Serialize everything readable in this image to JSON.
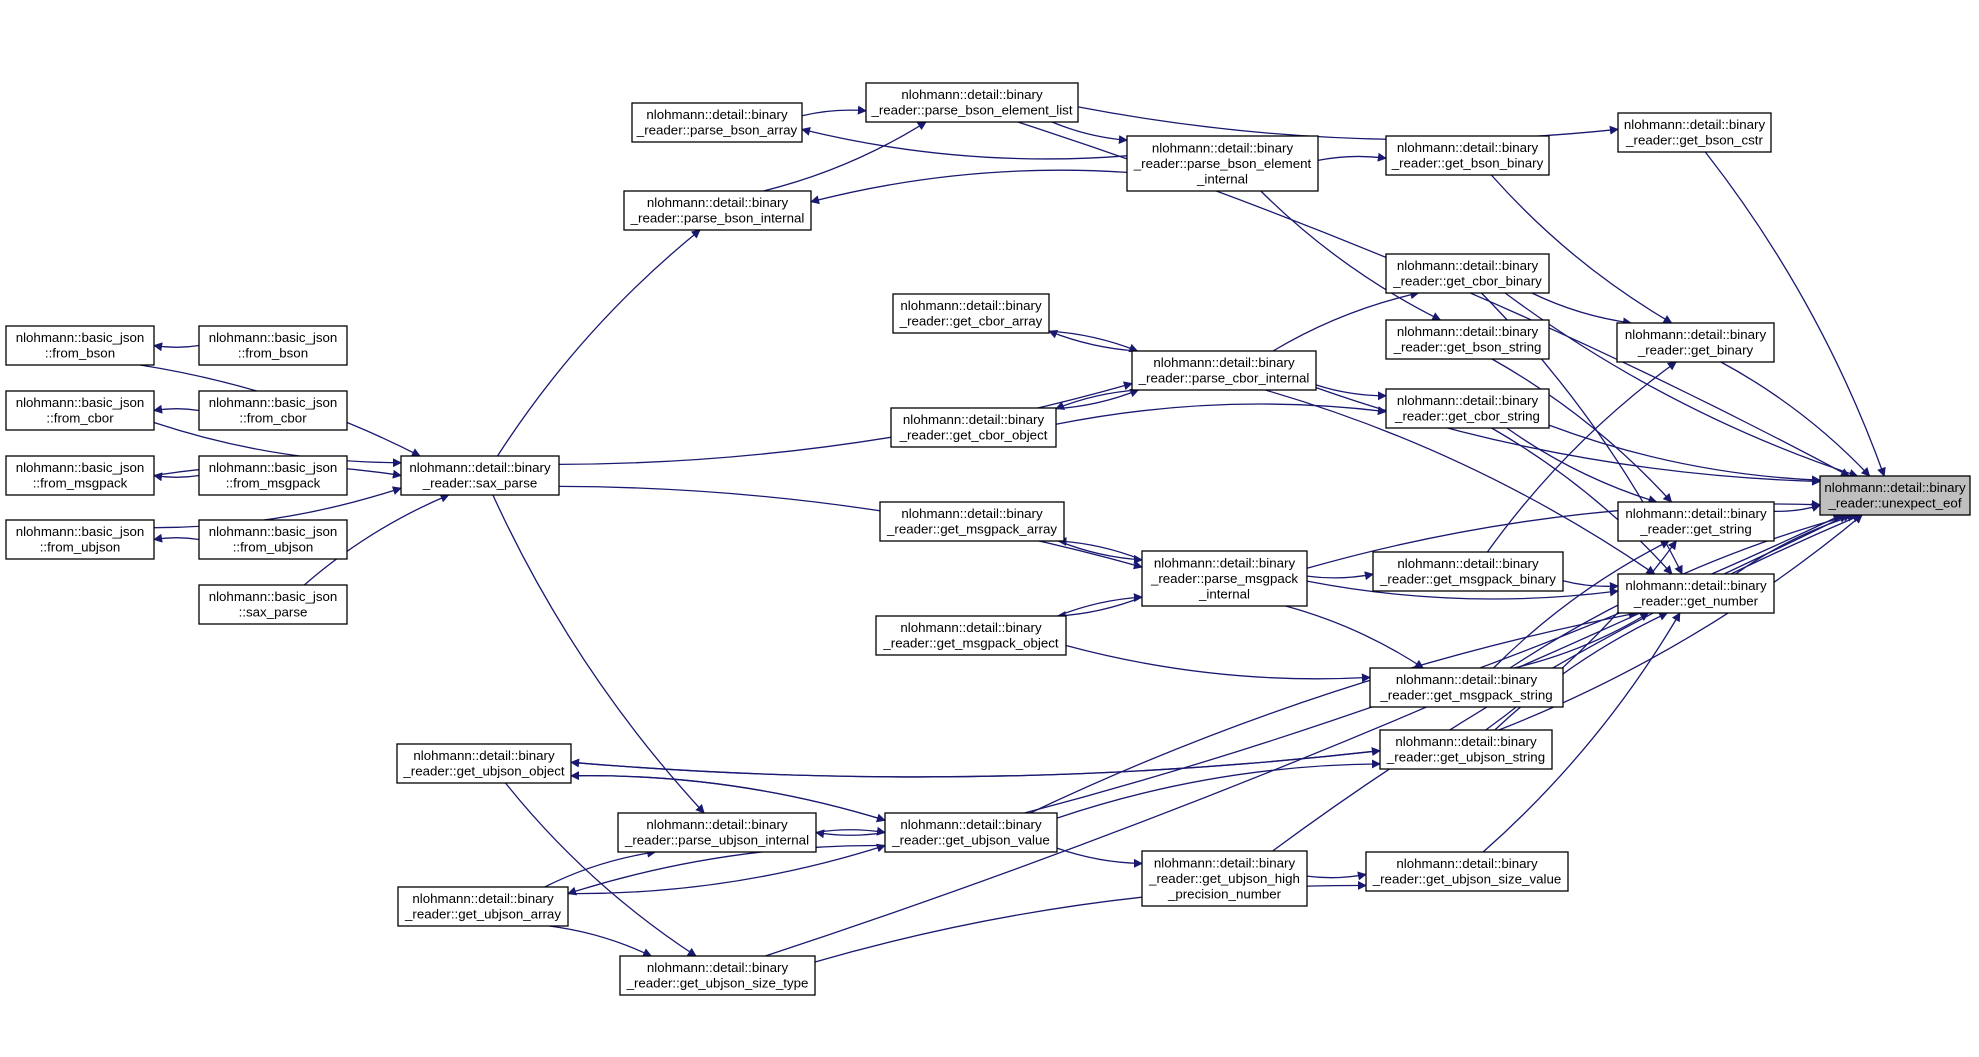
{
  "colors": {
    "edge": "#191970",
    "node_border": "#000000",
    "highlight_fill": "#bfbfbf"
  },
  "nodes": [
    {
      "id": "unexpect_eof",
      "lines": [
        "nlohmann::detail::binary",
        "_reader::unexpect_eof"
      ],
      "highlight": true
    },
    {
      "id": "get_bson_cstr",
      "lines": [
        "nlohmann::detail::binary",
        "_reader::get_bson_cstr"
      ]
    },
    {
      "id": "parse_bson_element_list",
      "lines": [
        "nlohmann::detail::binary",
        "_reader::parse_bson_element_list"
      ]
    },
    {
      "id": "parse_bson_array",
      "lines": [
        "nlohmann::detail::binary",
        "_reader::parse_bson_array"
      ]
    },
    {
      "id": "parse_bson_element_internal",
      "lines": [
        "nlohmann::detail::binary",
        "_reader::parse_bson_element",
        "_internal"
      ]
    },
    {
      "id": "get_bson_binary",
      "lines": [
        "nlohmann::detail::binary",
        "_reader::get_bson_binary"
      ]
    },
    {
      "id": "parse_bson_internal",
      "lines": [
        "nlohmann::detail::binary",
        "_reader::parse_bson_internal"
      ]
    },
    {
      "id": "get_cbor_binary",
      "lines": [
        "nlohmann::detail::binary",
        "_reader::get_cbor_binary"
      ]
    },
    {
      "id": "get_bson_string",
      "lines": [
        "nlohmann::detail::binary",
        "_reader::get_bson_string"
      ]
    },
    {
      "id": "get_binary",
      "lines": [
        "nlohmann::detail::binary",
        "_reader::get_binary"
      ]
    },
    {
      "id": "get_cbor_array",
      "lines": [
        "nlohmann::detail::binary",
        "_reader::get_cbor_array"
      ]
    },
    {
      "id": "parse_cbor_internal",
      "lines": [
        "nlohmann::detail::binary",
        "_reader::parse_cbor_internal"
      ]
    },
    {
      "id": "get_cbor_object",
      "lines": [
        "nlohmann::detail::binary",
        "_reader::get_cbor_object"
      ]
    },
    {
      "id": "get_cbor_string",
      "lines": [
        "nlohmann::detail::binary",
        "_reader::get_cbor_string"
      ]
    },
    {
      "id": "bj_from_bson",
      "lines": [
        "nlohmann::basic_json",
        "::from_bson"
      ]
    },
    {
      "id": "bj_from_bson_caller",
      "lines": [
        "nlohmann::basic_json",
        "::from_bson"
      ]
    },
    {
      "id": "bj_from_cbor",
      "lines": [
        "nlohmann::basic_json",
        "::from_cbor"
      ]
    },
    {
      "id": "bj_from_cbor_caller",
      "lines": [
        "nlohmann::basic_json",
        "::from_cbor"
      ]
    },
    {
      "id": "bj_from_msgpack",
      "lines": [
        "nlohmann::basic_json",
        "::from_msgpack"
      ]
    },
    {
      "id": "bj_from_msgpack_caller",
      "lines": [
        "nlohmann::basic_json",
        "::from_msgpack"
      ]
    },
    {
      "id": "bj_from_ubjson",
      "lines": [
        "nlohmann::basic_json",
        "::from_ubjson"
      ]
    },
    {
      "id": "bj_from_ubjson_caller",
      "lines": [
        "nlohmann::basic_json",
        "::from_ubjson"
      ]
    },
    {
      "id": "bj_sax_parse",
      "lines": [
        "nlohmann::basic_json",
        "::sax_parse"
      ]
    },
    {
      "id": "sax_parse",
      "lines": [
        "nlohmann::detail::binary",
        "_reader::sax_parse"
      ]
    },
    {
      "id": "get_msgpack_array",
      "lines": [
        "nlohmann::detail::binary",
        "_reader::get_msgpack_array"
      ]
    },
    {
      "id": "parse_msgpack_internal",
      "lines": [
        "nlohmann::detail::binary",
        "_reader::parse_msgpack",
        "_internal"
      ]
    },
    {
      "id": "get_msgpack_binary",
      "lines": [
        "nlohmann::detail::binary",
        "_reader::get_msgpack_binary"
      ]
    },
    {
      "id": "get_string",
      "lines": [
        "nlohmann::detail::binary",
        "_reader::get_string"
      ]
    },
    {
      "id": "get_number",
      "lines": [
        "nlohmann::detail::binary",
        "_reader::get_number"
      ]
    },
    {
      "id": "get_msgpack_object",
      "lines": [
        "nlohmann::detail::binary",
        "_reader::get_msgpack_object"
      ]
    },
    {
      "id": "get_msgpack_string",
      "lines": [
        "nlohmann::detail::binary",
        "_reader::get_msgpack_string"
      ]
    },
    {
      "id": "get_ubjson_object",
      "lines": [
        "nlohmann::detail::binary",
        "_reader::get_ubjson_object"
      ]
    },
    {
      "id": "get_ubjson_string",
      "lines": [
        "nlohmann::detail::binary",
        "_reader::get_ubjson_string"
      ]
    },
    {
      "id": "parse_ubjson_internal",
      "lines": [
        "nlohmann::detail::binary",
        "_reader::parse_ubjson_internal"
      ]
    },
    {
      "id": "get_ubjson_value",
      "lines": [
        "nlohmann::detail::binary",
        "_reader::get_ubjson_value"
      ]
    },
    {
      "id": "get_ubjson_high_precision_number",
      "lines": [
        "nlohmann::detail::binary",
        "_reader::get_ubjson_high",
        "_precision_number"
      ]
    },
    {
      "id": "get_ubjson_size_value",
      "lines": [
        "nlohmann::detail::binary",
        "_reader::get_ubjson_size_value"
      ]
    },
    {
      "id": "get_ubjson_array",
      "lines": [
        "nlohmann::detail::binary",
        "_reader::get_ubjson_array"
      ]
    },
    {
      "id": "get_ubjson_size_type",
      "lines": [
        "nlohmann::detail::binary",
        "_reader::get_ubjson_size_type"
      ]
    }
  ],
  "edges": [
    {
      "from": "get_bson_cstr",
      "to": "unexpect_eof"
    },
    {
      "from": "parse_bson_element_list",
      "to": "get_bson_cstr"
    },
    {
      "from": "parse_bson_element_list",
      "to": "unexpect_eof"
    },
    {
      "from": "parse_bson_element_list",
      "to": "parse_bson_element_internal"
    },
    {
      "from": "parse_bson_element_internal",
      "to": "parse_bson_array"
    },
    {
      "from": "parse_bson_element_internal",
      "to": "parse_bson_internal"
    },
    {
      "from": "parse_bson_element_internal",
      "to": "get_bson_binary"
    },
    {
      "from": "parse_bson_element_internal",
      "to": "get_bson_string"
    },
    {
      "from": "parse_bson_array",
      "to": "parse_bson_element_list"
    },
    {
      "from": "parse_bson_internal",
      "to": "parse_bson_element_list"
    },
    {
      "from": "sax_parse",
      "to": "parse_bson_internal"
    },
    {
      "from": "sax_parse",
      "to": "parse_cbor_internal"
    },
    {
      "from": "sax_parse",
      "to": "parse_msgpack_internal"
    },
    {
      "from": "sax_parse",
      "to": "parse_ubjson_internal"
    },
    {
      "from": "bj_from_bson_caller",
      "to": "bj_from_bson"
    },
    {
      "from": "bj_from_cbor_caller",
      "to": "bj_from_cbor"
    },
    {
      "from": "bj_from_msgpack_caller",
      "to": "bj_from_msgpack"
    },
    {
      "from": "bj_from_ubjson_caller",
      "to": "bj_from_ubjson"
    },
    {
      "from": "bj_from_bson",
      "to": "sax_parse"
    },
    {
      "from": "bj_from_cbor",
      "to": "sax_parse"
    },
    {
      "from": "bj_from_msgpack",
      "to": "sax_parse"
    },
    {
      "from": "bj_from_ubjson",
      "to": "sax_parse"
    },
    {
      "from": "bj_sax_parse",
      "to": "sax_parse"
    },
    {
      "from": "get_bson_binary",
      "to": "get_binary"
    },
    {
      "from": "get_bson_string",
      "to": "get_string"
    },
    {
      "from": "get_cbor_binary",
      "to": "get_binary"
    },
    {
      "from": "get_cbor_binary",
      "to": "get_number"
    },
    {
      "from": "get_cbor_binary",
      "to": "unexpect_eof"
    },
    {
      "from": "parse_cbor_internal",
      "to": "get_cbor_array"
    },
    {
      "from": "parse_cbor_internal",
      "to": "get_cbor_object"
    },
    {
      "from": "parse_cbor_internal",
      "to": "get_cbor_binary"
    },
    {
      "from": "parse_cbor_internal",
      "to": "get_cbor_string"
    },
    {
      "from": "parse_cbor_internal",
      "to": "get_number"
    },
    {
      "from": "parse_cbor_internal",
      "to": "unexpect_eof"
    },
    {
      "from": "get_cbor_array",
      "to": "parse_cbor_internal"
    },
    {
      "from": "get_cbor_object",
      "to": "parse_cbor_internal"
    },
    {
      "from": "get_cbor_object",
      "to": "get_cbor_string"
    },
    {
      "from": "get_cbor_string",
      "to": "get_string"
    },
    {
      "from": "get_cbor_string",
      "to": "get_number"
    },
    {
      "from": "get_cbor_string",
      "to": "unexpect_eof"
    },
    {
      "from": "get_binary",
      "to": "unexpect_eof"
    },
    {
      "from": "get_string",
      "to": "unexpect_eof"
    },
    {
      "from": "get_number",
      "to": "unexpect_eof"
    },
    {
      "from": "parse_msgpack_internal",
      "to": "get_msgpack_array"
    },
    {
      "from": "parse_msgpack_internal",
      "to": "get_msgpack_object"
    },
    {
      "from": "parse_msgpack_internal",
      "to": "get_msgpack_binary"
    },
    {
      "from": "parse_msgpack_internal",
      "to": "get_msgpack_string"
    },
    {
      "from": "parse_msgpack_internal",
      "to": "get_number"
    },
    {
      "from": "parse_msgpack_internal",
      "to": "unexpect_eof"
    },
    {
      "from": "get_msgpack_array",
      "to": "parse_msgpack_internal"
    },
    {
      "from": "get_msgpack_object",
      "to": "parse_msgpack_internal"
    },
    {
      "from": "get_msgpack_object",
      "to": "get_msgpack_string"
    },
    {
      "from": "get_msgpack_binary",
      "to": "get_binary"
    },
    {
      "from": "get_msgpack_binary",
      "to": "get_number"
    },
    {
      "from": "get_msgpack_string",
      "to": "get_string"
    },
    {
      "from": "get_msgpack_string",
      "to": "get_number"
    },
    {
      "from": "get_msgpack_string",
      "to": "unexpect_eof"
    },
    {
      "from": "get_ubjson_object",
      "to": "get_ubjson_string"
    },
    {
      "from": "get_ubjson_object",
      "to": "get_ubjson_value"
    },
    {
      "from": "get_ubjson_object",
      "to": "get_ubjson_size_type"
    },
    {
      "from": "get_ubjson_string",
      "to": "get_ubjson_object"
    },
    {
      "from": "get_ubjson_string",
      "to": "get_string"
    },
    {
      "from": "get_ubjson_string",
      "to": "get_number"
    },
    {
      "from": "get_ubjson_string",
      "to": "unexpect_eof"
    },
    {
      "from": "parse_ubjson_internal",
      "to": "get_ubjson_value"
    },
    {
      "from": "get_ubjson_value",
      "to": "get_ubjson_object"
    },
    {
      "from": "get_ubjson_value",
      "to": "parse_ubjson_internal"
    },
    {
      "from": "get_ubjson_value",
      "to": "get_ubjson_array"
    },
    {
      "from": "get_ubjson_value",
      "to": "get_ubjson_string"
    },
    {
      "from": "get_ubjson_value",
      "to": "get_ubjson_high_precision_number"
    },
    {
      "from": "get_ubjson_value",
      "to": "get_number"
    },
    {
      "from": "get_ubjson_value",
      "to": "unexpect_eof"
    },
    {
      "from": "get_ubjson_array",
      "to": "parse_ubjson_internal"
    },
    {
      "from": "get_ubjson_array",
      "to": "get_ubjson_value"
    },
    {
      "from": "get_ubjson_array",
      "to": "get_ubjson_size_type"
    },
    {
      "from": "get_ubjson_high_precision_number",
      "to": "get_ubjson_size_value"
    },
    {
      "from": "get_ubjson_high_precision_number",
      "to": "unexpect_eof"
    },
    {
      "from": "get_ubjson_size_value",
      "to": "get_number"
    },
    {
      "from": "get_ubjson_size_type",
      "to": "get_ubjson_size_value"
    },
    {
      "from": "get_ubjson_size_type",
      "to": "unexpect_eof"
    }
  ]
}
